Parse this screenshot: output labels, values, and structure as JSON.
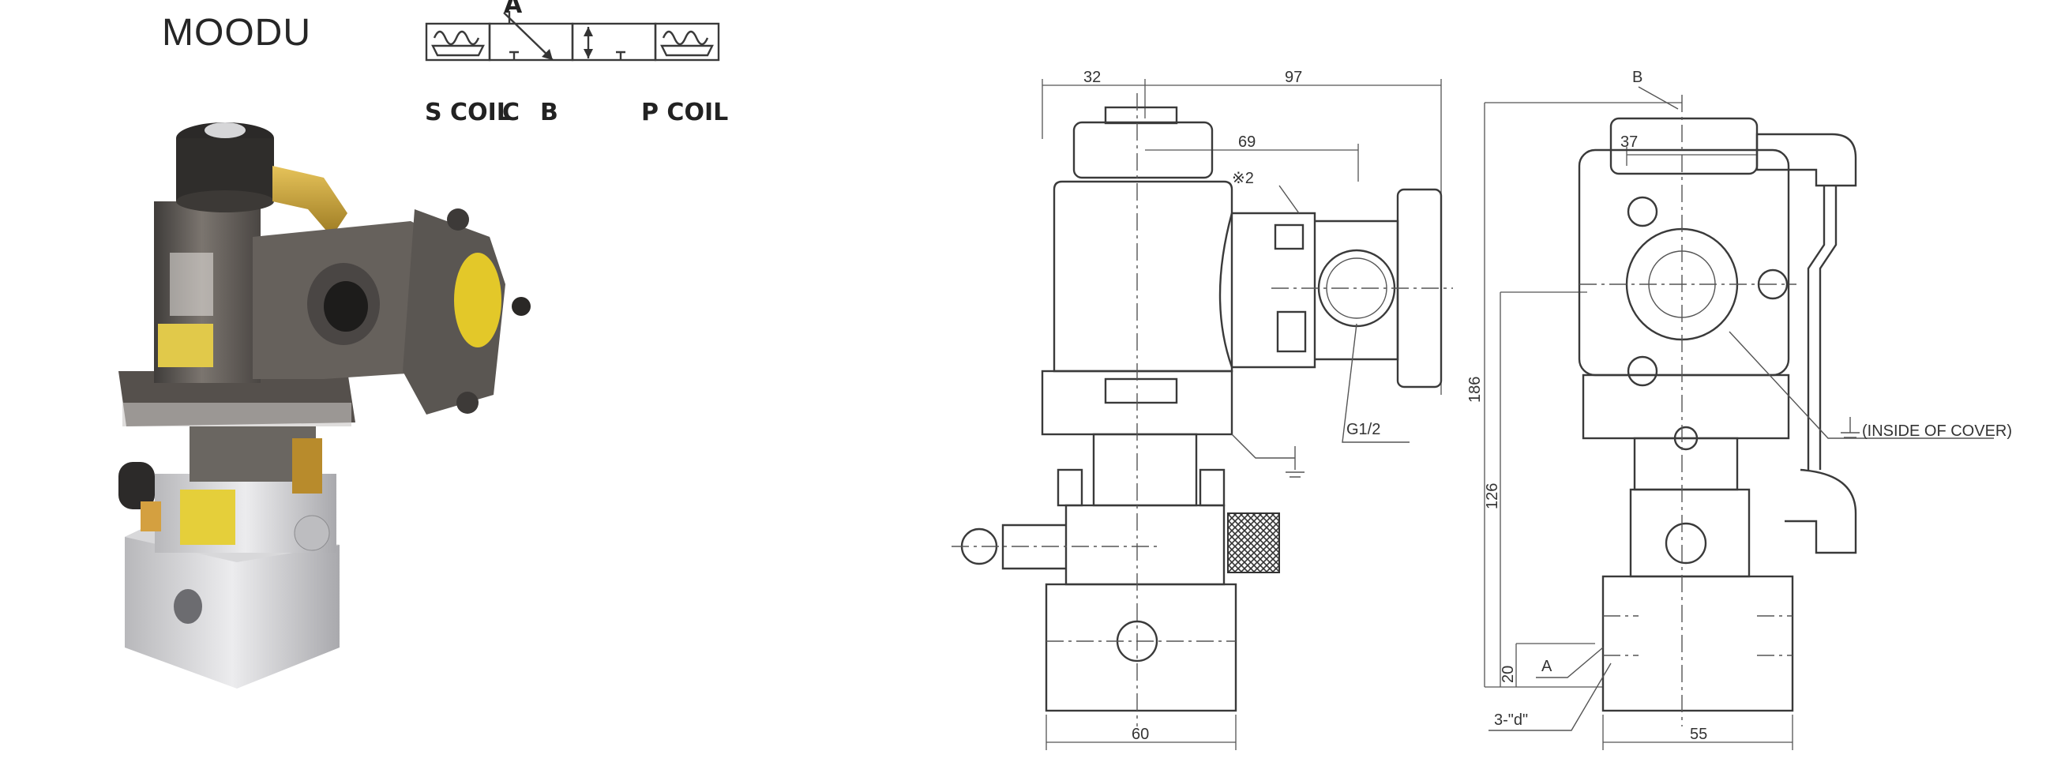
{
  "title": "MOODU",
  "symbol": {
    "port_top": "A",
    "label_s_coil": "S COIL",
    "label_c": "C",
    "label_b": "B",
    "label_p_coil": "P COIL"
  },
  "front_view": {
    "dim_left": "32",
    "dim_top": "97",
    "dim_mid": "69",
    "note_mark": "※2",
    "port_label": "G1/2",
    "dim_bottom": "60"
  },
  "side_view": {
    "port_b": "B",
    "dim_top": "37",
    "dim_height_total": "186",
    "dim_height_mid": "126",
    "dim_height_low": "20",
    "port_a": "A",
    "hole_note": "3-\"d\"",
    "ground_note": "(INSIDE OF COVER)",
    "dim_bottom": "55"
  },
  "colors": {
    "body_dark": "#5b5856",
    "body_mid": "#77716b",
    "aluminum": "#cfcfd1",
    "brass": "#c9a23a",
    "label_yellow": "#e7d23a",
    "line": "#3a3a3a"
  }
}
